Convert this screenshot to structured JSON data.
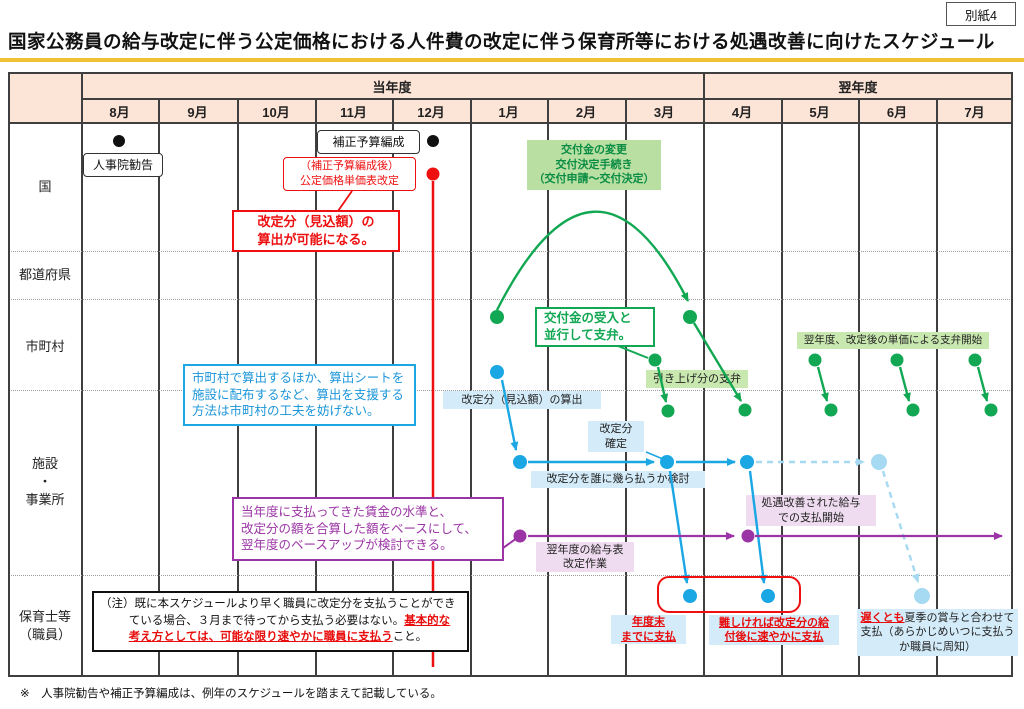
{
  "attachment_label": "別紙4",
  "title": "国家公務員の給与改定に伴う公定価格における人件費の改定に伴う保育所等における処遇改善に向けたスケジュール",
  "footnote": "※　人事院勧告や補正予算編成は、例年のスケジュールを踏まえて記載している。",
  "header": {
    "current_year": "当年度",
    "next_year": "翌年度",
    "months": [
      "8月",
      "9月",
      "10月",
      "11月",
      "12月",
      "1月",
      "2月",
      "3月",
      "4月",
      "5月",
      "6月",
      "7月"
    ]
  },
  "rows": [
    {
      "label": "国"
    },
    {
      "label": "都道府県"
    },
    {
      "label": "市町村"
    },
    {
      "lines": [
        "施設",
        "・",
        "事業所"
      ]
    },
    {
      "lines": [
        "保育士等",
        "（職員）"
      ]
    }
  ],
  "annotations": {
    "jinji": "人事院勧告",
    "hosei": "補正予算編成",
    "kotei": {
      "lines": [
        "（補正予算編成後）",
        "公定価格単価表改定"
      ]
    },
    "kaitei_kano": {
      "lines": [
        "改定分（見込額）の",
        "算出が可能になる。"
      ]
    },
    "kofu_henko": {
      "lines": [
        "交付金の変更",
        "交付決定手続き",
        "（交付申請～交付決定）"
      ]
    },
    "kofu_ukeire": {
      "lines": [
        "交付金の受入と",
        "並行して支弁。"
      ]
    },
    "hikiage": "引き上げ分の支弁",
    "yokunendo_tanka": "翌年度、改定後の単価による支弁開始",
    "shichoson_hint": {
      "lines": [
        "市町村で算出するほか、算出シートを",
        "施設に配布するなど、算出を支援する",
        "方法は市町村の工夫を妨げない。"
      ]
    },
    "mikomi_sanshutsu": "改定分（見込額）の算出",
    "kakutei": {
      "lines": [
        "改定分",
        "確定"
      ]
    },
    "dare": "改定分を誰に幾ら払うか検討",
    "shogu": {
      "lines": [
        "処遇改善された給与",
        "での支払開始"
      ]
    },
    "chingin_base": {
      "lines": [
        "当年度に支払ってきた賃金の水準と、",
        "改定分の額を合算した額をベースにして、",
        "翌年度のベースアップが検討できる。"
      ]
    },
    "kyuyohyo": {
      "lines": [
        "翌年度の給与表",
        "改定作業"
      ]
    },
    "note": {
      "prefix": "（注）既に本スケジュールより早く職員に改定分を支払うことができている場合、３月まで待ってから支払う必要はない。",
      "red": "基本的な考え方としては、可能な限り速やかに職員に支払う",
      "suffix": "こと。"
    },
    "nendomatsu": {
      "lines": [
        "年度末",
        "までに支払"
      ]
    },
    "muzukashii": {
      "lines": [
        "難しければ改定分の給",
        "付後に速やかに支払"
      ]
    },
    "osokutomo": {
      "red": "遅くとも",
      "rest": "夏季の賞与と合わせて支払（あらかじめいつに支払うか職員に周知）"
    }
  },
  "colors": {
    "header_fill": "#fce4d6",
    "grid": "#3f3f3f",
    "red": "#ee1010",
    "green": "#12a853",
    "green_box_fill": "#b9e0a2",
    "green_tag_fill": "#c9e8b0",
    "blue": "#1ba6e4",
    "pale_blue": "#a6d9f2",
    "blue_tag_fill": "#d4ecf9",
    "purple": "#9b35a5",
    "pink_tag_fill": "#f0dcf0",
    "title_rule": "#f0c132"
  }
}
